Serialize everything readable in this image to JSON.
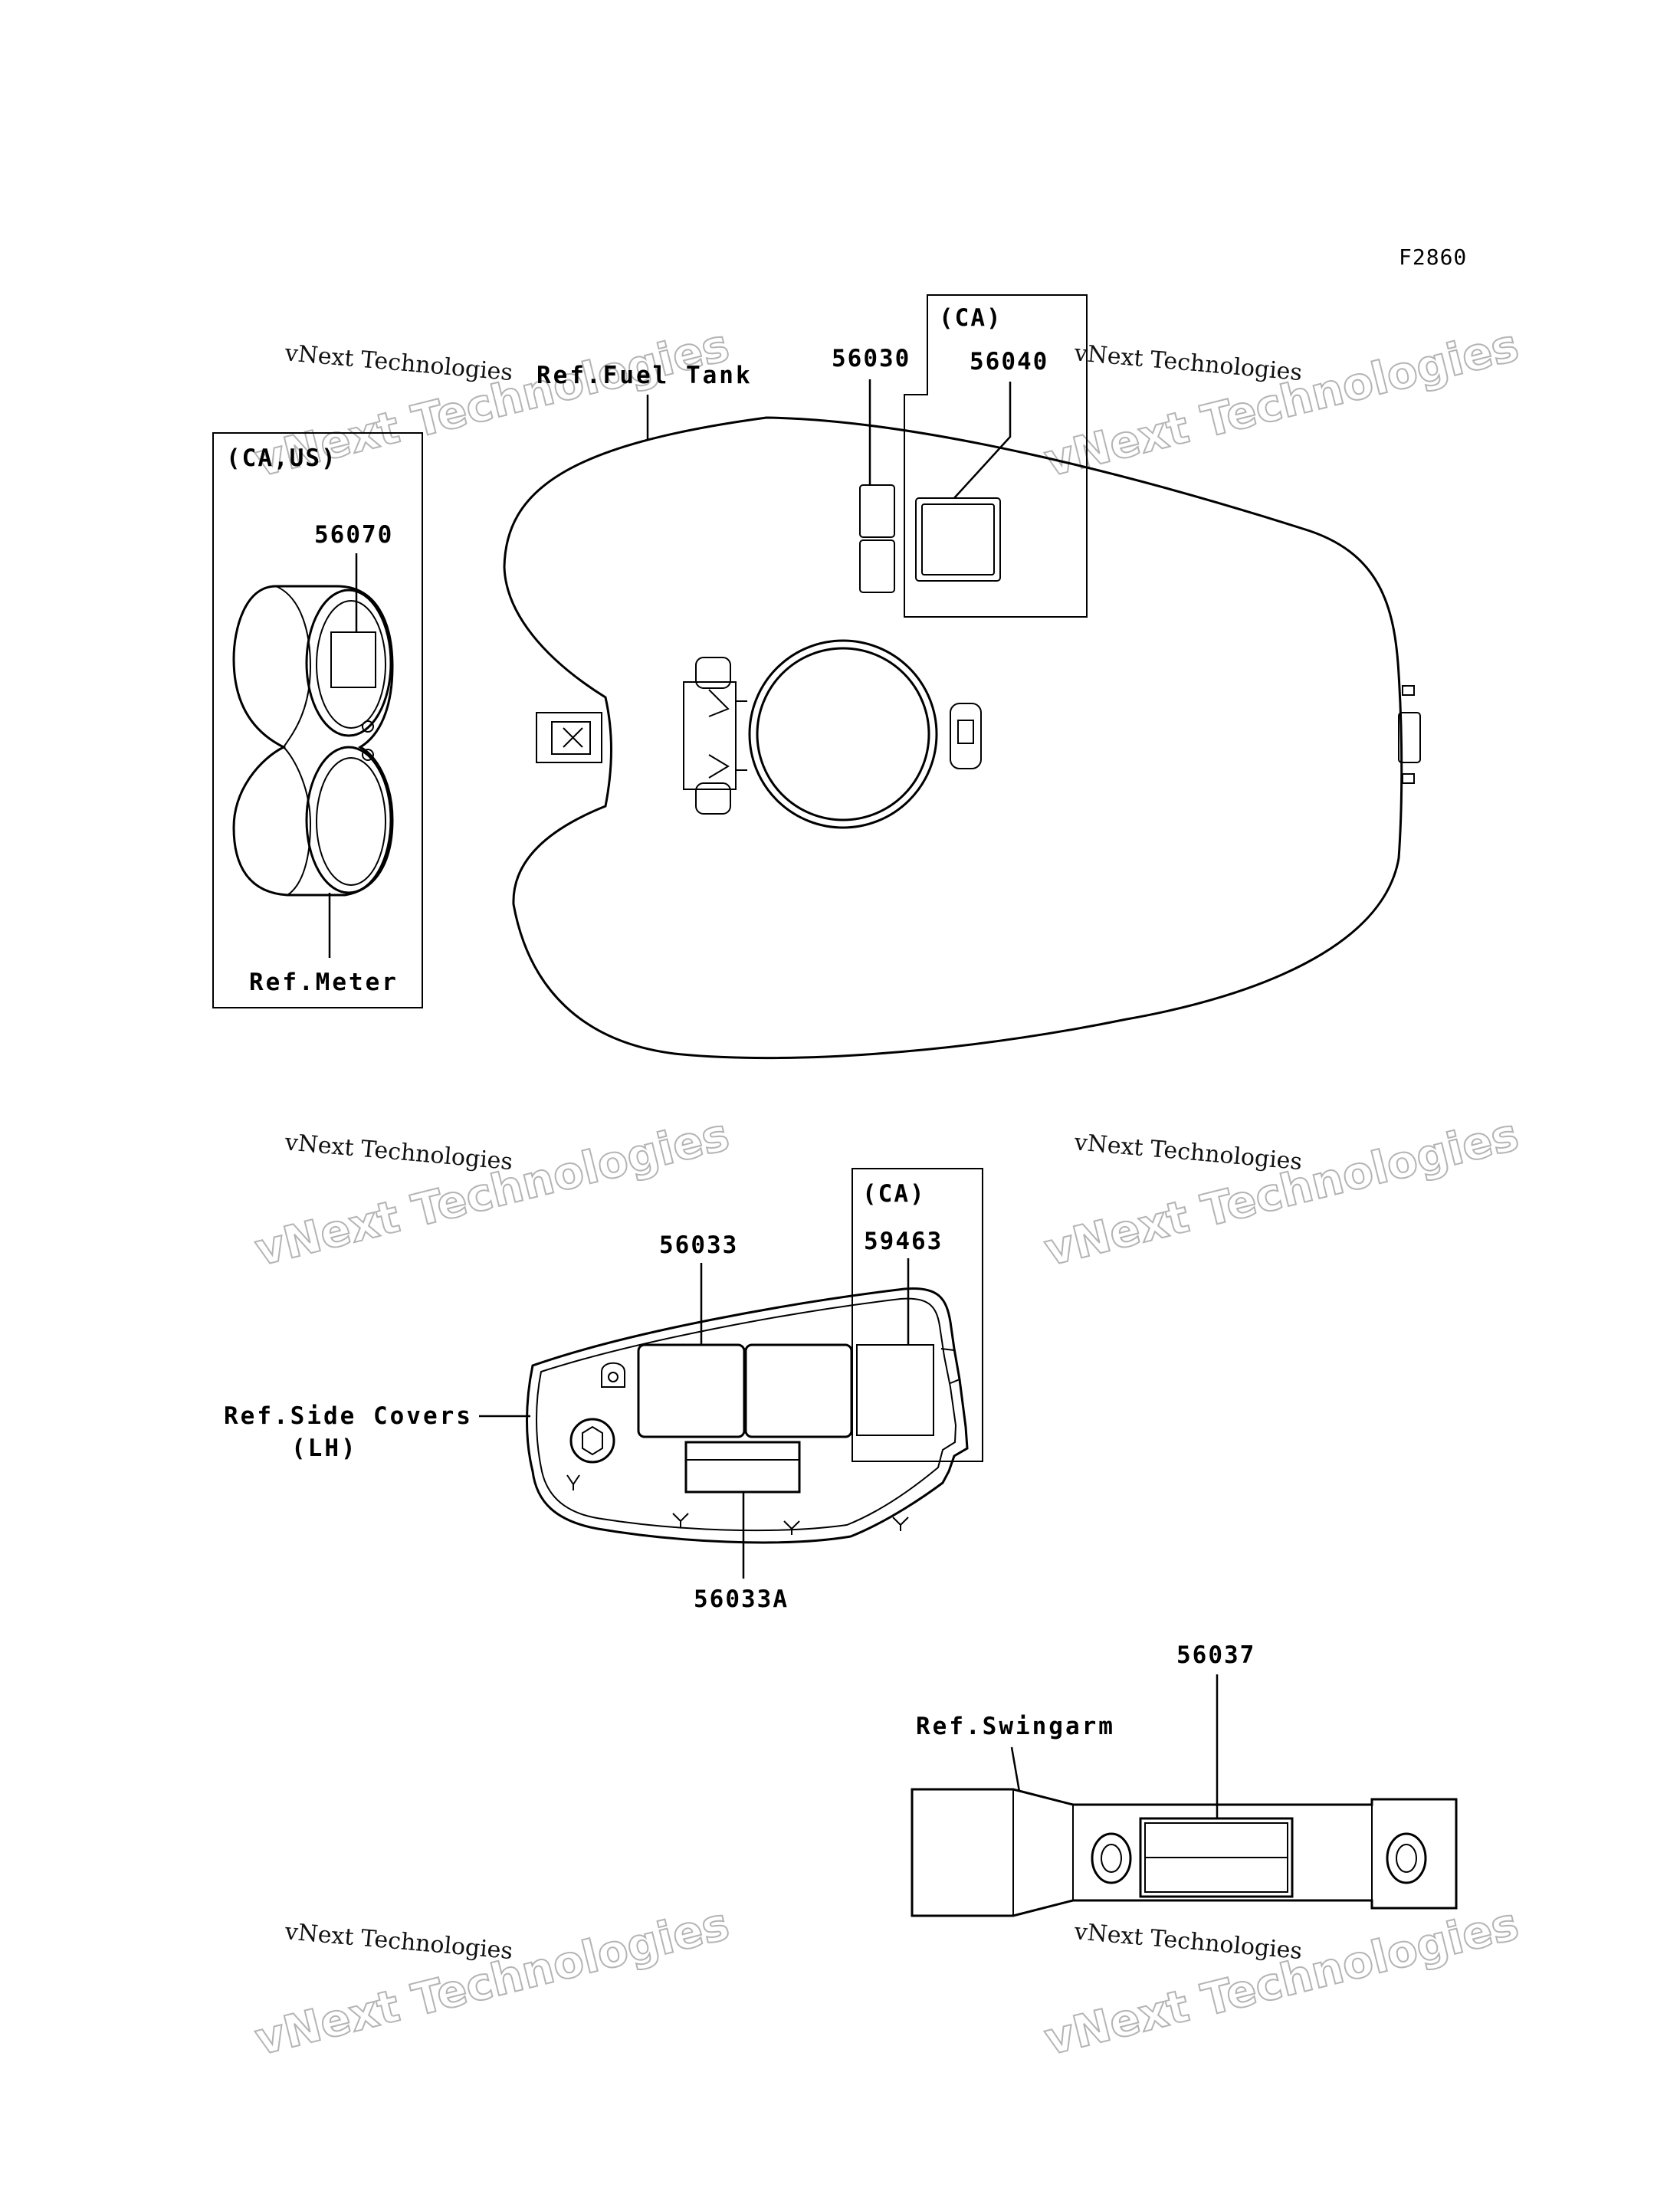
{
  "figure_code": "F2860",
  "callouts": {
    "fuel_tank_ref": "Ref.Fuel Tank",
    "part_56030": "56030",
    "part_56040": "56040",
    "ca_group_top": "(CA)",
    "ca_us_group": "(CA,US)",
    "part_56070": "56070",
    "meter_ref": "Ref.Meter",
    "part_56033": "56033",
    "ca_group_mid": "(CA)",
    "part_59463": "59463",
    "side_covers_ref_line1": "Ref.Side Covers",
    "side_covers_ref_line2": "(LH)",
    "part_56033A": "56033A",
    "part_56037": "56037",
    "swingarm_ref": "Ref.Swingarm"
  },
  "watermark": {
    "line1": "vNext Technologies",
    "line2": "vNext Technologies"
  },
  "colors": {
    "ink": "#000000",
    "background": "#ffffff",
    "watermark_outline": "#b4b4b4"
  }
}
